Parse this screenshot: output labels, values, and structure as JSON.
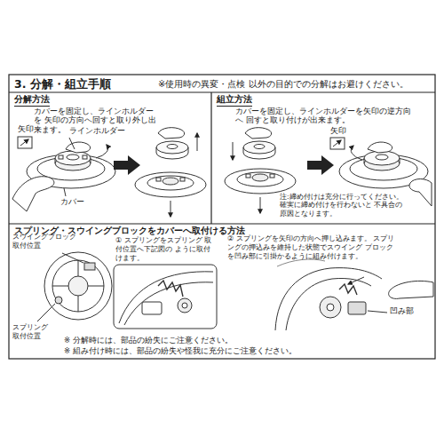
{
  "diagram": {
    "title": "3. 分解・組立手順",
    "nodes": [
      {
        "text": [
          "分解方法",
          "カバーを固定し、ラインホルダーを 矢印の方向へ回すと取り外し出来ます。"
        ]
      },
      {
        "text": [
          "組立方法",
          "カバーを固定し、ラインホルダーを矢印の逆方向へ 回すと取り付けが出来ます。"
        ]
      },
      {
        "text": [
          "スプリング・スウイングブロックをカバーへ取付ける方法"
        ]
      }
    ],
    "labels": [
      "※使用時の異変・点検 以外の目的での分解はお避けください。",
      "矢印",
      "ラインホルダー",
      "カバー",
      "矢印",
      "注:締め付けは充分に行ってください。 確実に締め付けを行わないと 不具合の原因となります。",
      "スウイングブロック 取付位置",
      "スプリング 取付位置",
      "① スプリングをスプリング 取付位置へ下記図の ように取付けます。",
      "② スプリングを矢印の方向へ押し込みます。 スプリングの押込みを維持した状態でスウイング ブロックを凹み部に引掛かるように組み付けます。",
      "凹み部",
      "※ 分解時には、部品の紛失にご注意ください。",
      "※ 組み付け時には、部品の紛失や怪我に充分にご注意ください。"
    ]
  }
}
